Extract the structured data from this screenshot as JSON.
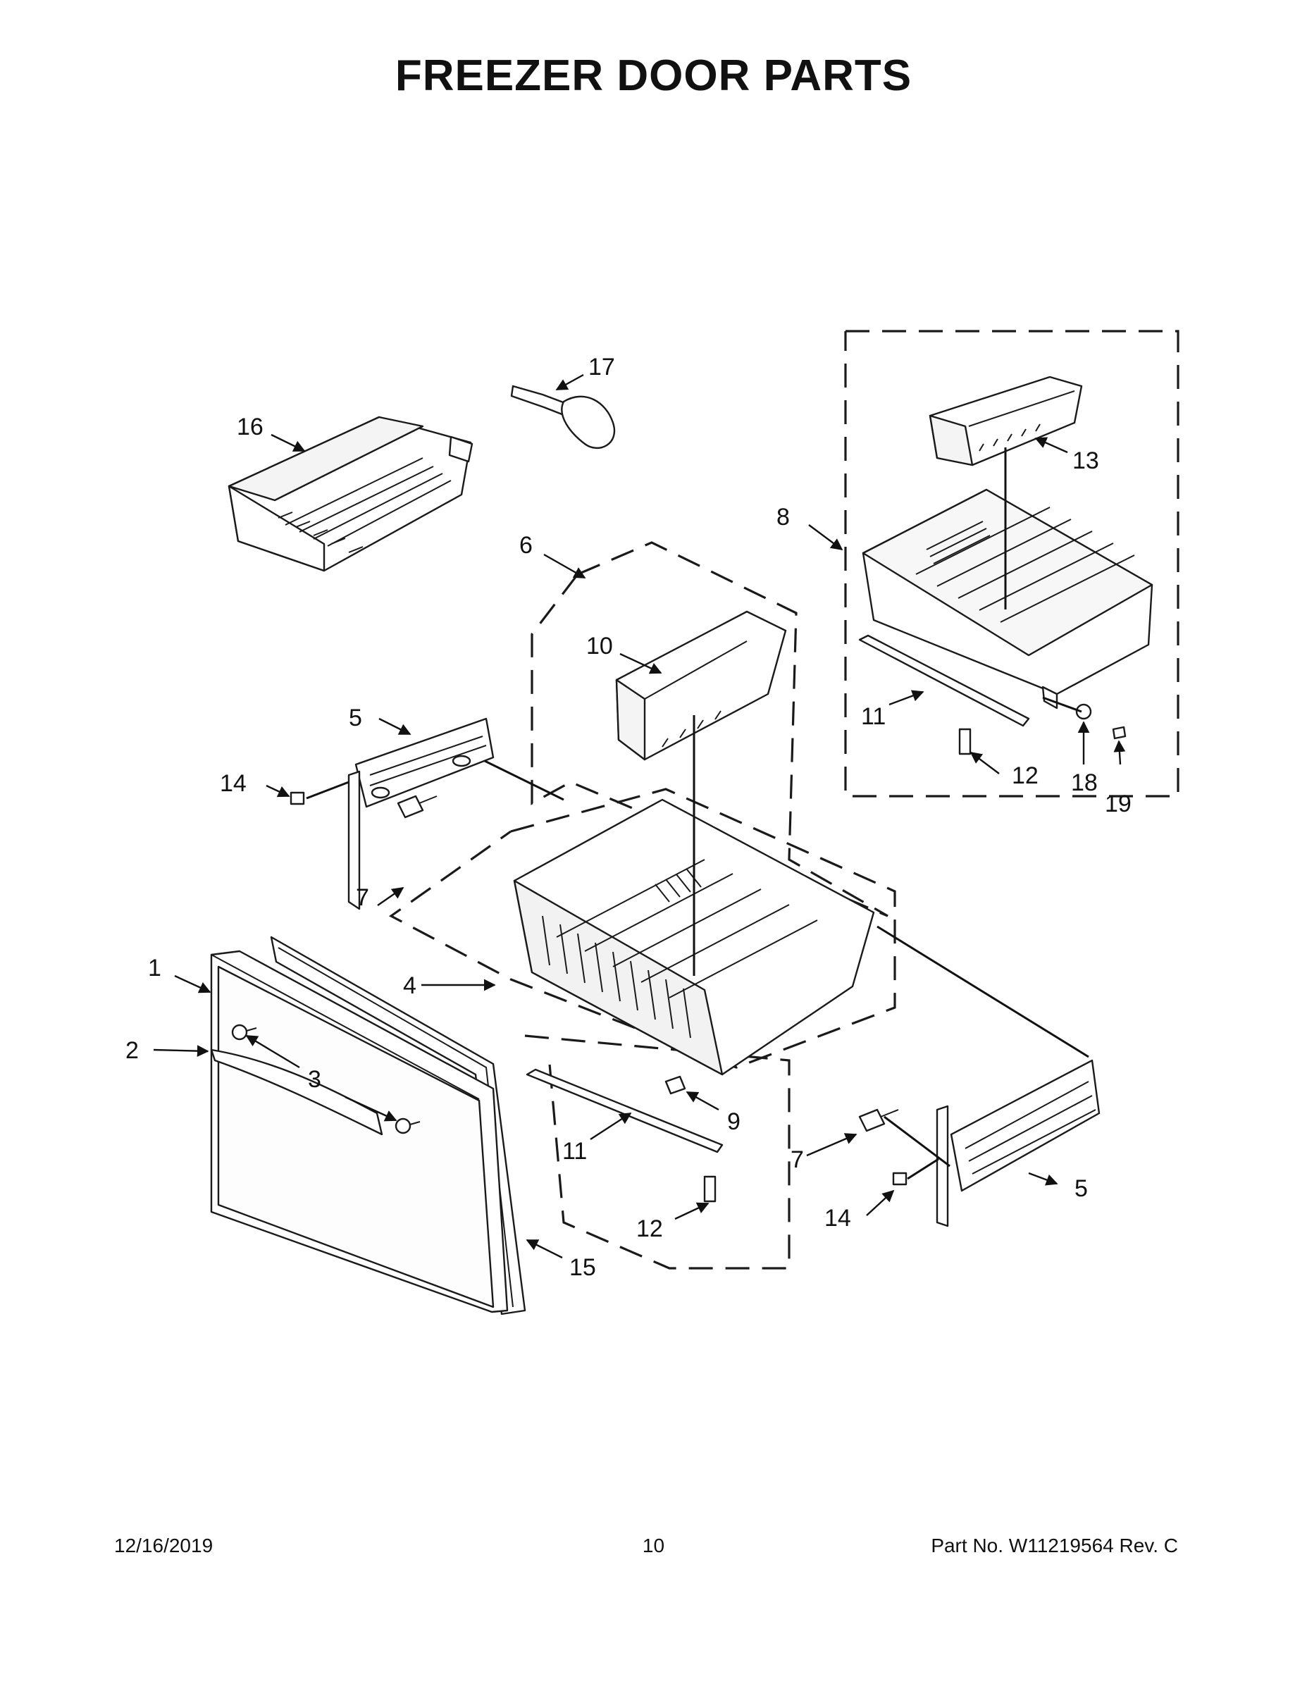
{
  "title": "FREEZER DOOR PARTS",
  "callouts": {
    "c1": "1",
    "c2": "2",
    "c3": "3",
    "c4": "4",
    "c5a": "5",
    "c5b": "5",
    "c6": "6",
    "c7a": "7",
    "c7b": "7",
    "c8": "8",
    "c9": "9",
    "c10": "10",
    "c11a": "11",
    "c11b": "11",
    "c12a": "12",
    "c12b": "12",
    "c13": "13",
    "c14a": "14",
    "c14b": "14",
    "c15": "15",
    "c16": "16",
    "c17": "17",
    "c18": "18",
    "c19": "19"
  },
  "footer": {
    "date": "12/16/2019",
    "page": "10",
    "part_no": "Part No.  W11219564  Rev.  C"
  }
}
